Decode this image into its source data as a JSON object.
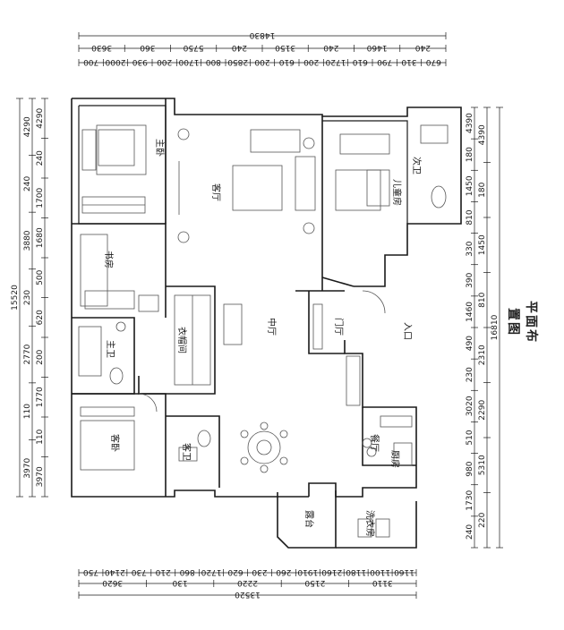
{
  "page_title": "平面布置图",
  "rooms": {
    "master_bedroom": "主卧",
    "living_room": "客厅",
    "kids_room": "儿童房",
    "second_bath": "次卫",
    "study": "书房",
    "master_bath": "主卫",
    "cloakroom": "衣帽间",
    "middle_hall": "中厅",
    "foyer": "门厅",
    "guest_bedroom": "客卧",
    "guest_bath": "客卫",
    "dining_room": "餐厅",
    "kitchen": "厨房",
    "laundry": "洗衣房",
    "balcony": "露台",
    "entrance": "入口"
  },
  "dimensions": {
    "top_total": "14830",
    "top_mid": [
      "3630",
      "360",
      "5750",
      "240",
      "3150",
      "240",
      "1460",
      "240"
    ],
    "top_detail": [
      "700",
      "2000",
      "930",
      "200",
      "1700",
      "800",
      "2850",
      "200",
      "610",
      "200",
      "1720",
      "610",
      "790",
      "310",
      "670"
    ],
    "left_total": "15520",
    "left_mid": [
      "4290",
      "240",
      "3880",
      "230",
      "2770",
      "110",
      "3970"
    ],
    "left_detail": [
      "4290",
      "240",
      "1700",
      "1680",
      "500",
      "620",
      "200",
      "1770",
      "110",
      "3970"
    ],
    "right_total": "16810",
    "right_mid": [
      "4390",
      "180",
      "1450",
      "810",
      "2310",
      "2290",
      "5310",
      "220"
    ],
    "right_detail": [
      "4390",
      "180",
      "1450",
      "810",
      "330",
      "390",
      "1460",
      "490",
      "230",
      "3020",
      "510",
      "980",
      "1730",
      "240"
    ],
    "bottom_total": "13520",
    "bottom_mid": [
      "3620",
      "130",
      "2220",
      "2150",
      "3110"
    ],
    "bottom_detail": [
      "750",
      "2140",
      "730",
      "210",
      "860",
      "1720",
      "620",
      "230",
      "260",
      "1910",
      "2160",
      "1180",
      "1100",
      "1160"
    ]
  },
  "colors": {
    "line": "#1a1a1a",
    "light": "#555555"
  }
}
